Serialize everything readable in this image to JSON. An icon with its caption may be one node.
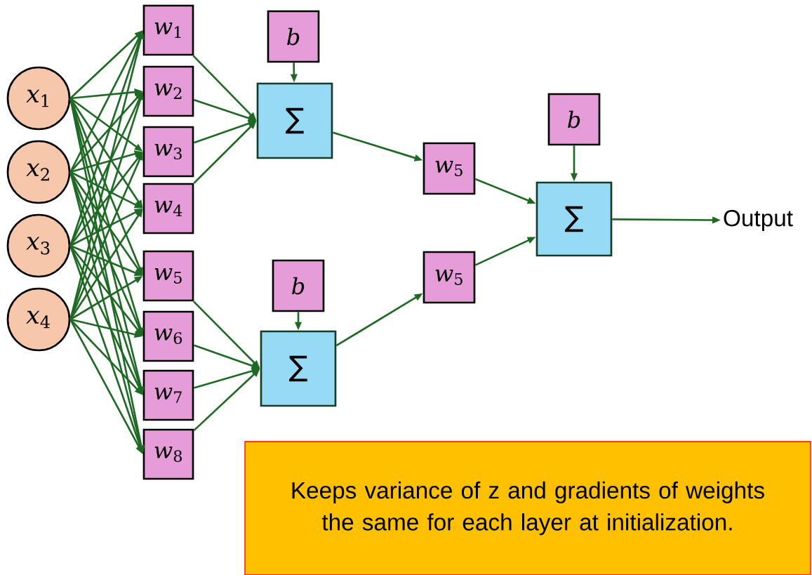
{
  "diagram": {
    "nodes": [
      {
        "text": [
          "*x*$_{1}$"
        ]
      },
      {
        "text": [
          "*x*$_{2}$"
        ]
      },
      {
        "text": [
          "*x*$_{3}$"
        ]
      },
      {
        "text": [
          "*x*$_{4}$"
        ]
      },
      {
        "text": [
          "*w*$_{1}$"
        ]
      },
      {
        "text": [
          "*w*$_{2}$"
        ]
      },
      {
        "text": [
          "*w*$_{3}$"
        ]
      },
      {
        "text": [
          "*w*$_{4}$"
        ]
      },
      {
        "text": [
          "*w*$_{5}$"
        ]
      },
      {
        "text": [
          "*w*$_{6}$"
        ]
      },
      {
        "text": [
          "*w*$_{7}$"
        ]
      },
      {
        "text": [
          "*w*$_{8}$"
        ]
      },
      {
        "text": [
          "*b*"
        ]
      },
      {
        "text": [
          "∑"
        ]
      },
      {
        "text": [
          "*b*"
        ]
      },
      {
        "text": [
          "∑"
        ]
      },
      {
        "text": [
          "*w*$_{5}$"
        ]
      },
      {
        "text": [
          "*w*$_{5}$"
        ]
      },
      {
        "text": [
          "*b*"
        ]
      },
      {
        "text": [
          "∑"
        ]
      },
      {
        "text": [
          "Output"
        ]
      },
      {
        "text": [
          "Keeps variance of z and gradients of weights the same for each layer at initialization."
        ]
      }
    ],
    "edges": [
      {
        "from": 0,
        "to": 4,
        "arrow": "to"
      },
      {
        "from": 0,
        "to": 5,
        "arrow": "to"
      },
      {
        "from": 0,
        "to": 6,
        "arrow": "to"
      },
      {
        "from": 0,
        "to": 7,
        "arrow": "to"
      },
      {
        "from": 0,
        "to": 8,
        "arrow": "to"
      },
      {
        "from": 0,
        "to": 9,
        "arrow": "to"
      },
      {
        "from": 0,
        "to": 10,
        "arrow": "to"
      },
      {
        "from": 0,
        "to": 11,
        "arrow": "to"
      },
      {
        "from": 1,
        "to": 4,
        "arrow": "to"
      },
      {
        "from": 1,
        "to": 5,
        "arrow": "to"
      },
      {
        "from": 1,
        "to": 6,
        "arrow": "to"
      },
      {
        "from": 1,
        "to": 7,
        "arrow": "to"
      },
      {
        "from": 1,
        "to": 8,
        "arrow": "to"
      },
      {
        "from": 1,
        "to": 9,
        "arrow": "to"
      },
      {
        "from": 1,
        "to": 10,
        "arrow": "to"
      },
      {
        "from": 1,
        "to": 11,
        "arrow": "to"
      },
      {
        "from": 2,
        "to": 4,
        "arrow": "to"
      },
      {
        "from": 2,
        "to": 5,
        "arrow": "to"
      },
      {
        "from": 2,
        "to": 6,
        "arrow": "to"
      },
      {
        "from": 2,
        "to": 7,
        "arrow": "to"
      },
      {
        "from": 2,
        "to": 8,
        "arrow": "to"
      },
      {
        "from": 2,
        "to": 9,
        "arrow": "to"
      },
      {
        "from": 2,
        "to": 10,
        "arrow": "to"
      },
      {
        "from": 2,
        "to": 11,
        "arrow": "to"
      },
      {
        "from": 3,
        "to": 4,
        "arrow": "to"
      },
      {
        "from": 3,
        "to": 5,
        "arrow": "to"
      },
      {
        "from": 3,
        "to": 6,
        "arrow": "to"
      },
      {
        "from": 3,
        "to": 7,
        "arrow": "to"
      },
      {
        "from": 3,
        "to": 8,
        "arrow": "to"
      },
      {
        "from": 3,
        "to": 9,
        "arrow": "to"
      },
      {
        "from": 3,
        "to": 10,
        "arrow": "to"
      },
      {
        "from": 3,
        "to": 11,
        "arrow": "to"
      },
      {
        "from": 4,
        "to": 13,
        "arrow": "to"
      },
      {
        "from": 5,
        "to": 13,
        "arrow": "to"
      },
      {
        "from": 6,
        "to": 13,
        "arrow": "to"
      },
      {
        "from": 7,
        "to": 13,
        "arrow": "to"
      },
      {
        "from": 12,
        "to": 13,
        "arrow": "to"
      },
      {
        "from": 8,
        "to": 15,
        "arrow": "to"
      },
      {
        "from": 9,
        "to": 15,
        "arrow": "to"
      },
      {
        "from": 10,
        "to": 15,
        "arrow": "to"
      },
      {
        "from": 11,
        "to": 15,
        "arrow": "to"
      },
      {
        "from": 14,
        "to": 15,
        "arrow": "to"
      },
      {
        "from": 13,
        "to": 16,
        "arrow": "to"
      },
      {
        "from": 15,
        "to": 17,
        "arrow": "to"
      },
      {
        "from": 16,
        "to": 19,
        "arrow": "to"
      },
      {
        "from": 17,
        "to": 19,
        "arrow": "to"
      },
      {
        "from": 18,
        "to": 19,
        "arrow": "to"
      },
      {
        "from": 19,
        "to": 20,
        "arrow": "to"
      }
    ]
  }
}
